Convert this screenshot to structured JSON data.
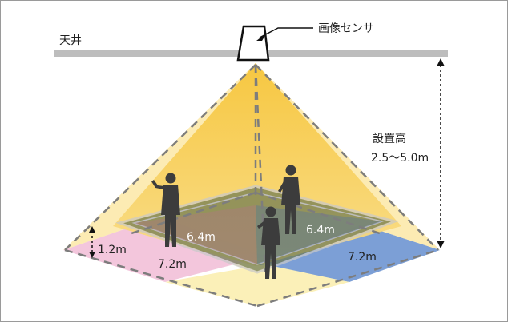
{
  "labels": {
    "ceiling": "天井",
    "sensor": "画像センサ",
    "height_title": "設置高",
    "height_range": "2.5〜5.0m",
    "inner_left": "6.4m",
    "inner_right": "6.4m",
    "outer_left": "7.2m",
    "outer_right": "7.2m",
    "floor_offset": "1.2m"
  },
  "colors": {
    "ceiling": "#bdbdbd",
    "cone_outer": "#fbe49a",
    "cone_inner": "#f5b52e",
    "zone_left": "#f3c6dc",
    "zone_bottom": "#fbf0b8",
    "zone_right": "#7c9fd6",
    "zone_top": "#f8ecb6",
    "inner_plane": "#6f7a52",
    "person": "#3c3c3c"
  }
}
